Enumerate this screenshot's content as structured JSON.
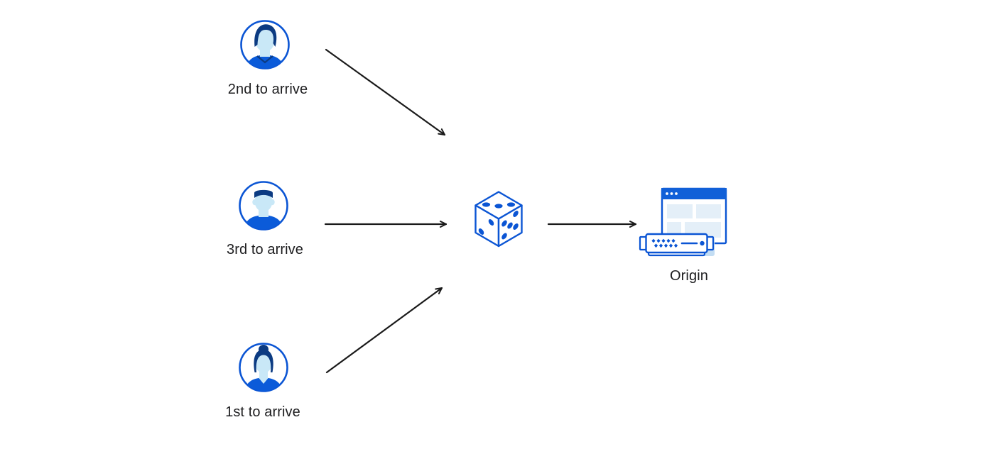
{
  "nodes": {
    "clients": [
      {
        "id": "client-2nd",
        "label": "2nd to arrive",
        "icon": "male-avatar-icon"
      },
      {
        "id": "client-3rd",
        "label": "3rd to arrive",
        "icon": "male-avatar-icon"
      },
      {
        "id": "client-1st",
        "label": "1st to arrive",
        "icon": "female-avatar-icon"
      }
    ],
    "randomizer": {
      "id": "randomizer",
      "icon": "dice-icon"
    },
    "origin": {
      "id": "origin",
      "label": "Origin",
      "icon": "origin-server-browser-icon"
    }
  },
  "edges": [
    {
      "from": "client-2nd",
      "to": "randomizer"
    },
    {
      "from": "client-3rd",
      "to": "randomizer"
    },
    {
      "from": "client-1st",
      "to": "randomizer"
    },
    {
      "from": "randomizer",
      "to": "origin"
    }
  ],
  "colors": {
    "bg": "#ffffff",
    "stroke_blue": "#0b55d4",
    "dark_navy": "#0c3b82",
    "face_blue": "#c9e8f7",
    "shirt_blue": "#0b5bd9",
    "panel_blue": "#e4eff8",
    "titlebar_blue": "#1160d8",
    "shadow_blue": "#c3ddf3",
    "arrow_black": "#1a1a1a",
    "text_color": "#1d1d1f"
  }
}
